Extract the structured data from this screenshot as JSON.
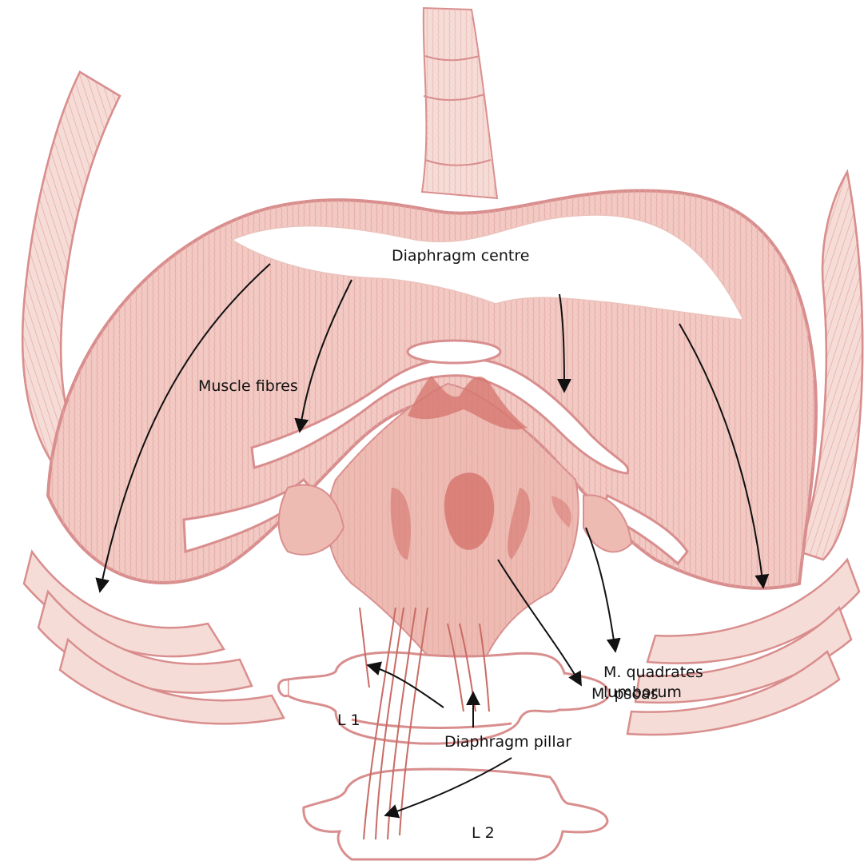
{
  "labels": {
    "diaphragm_centre": "Diaphragm centre",
    "muscle_fibres": "Muscle fibres",
    "quadrates_line1": "M. quadrates",
    "quadrates_line2": "lumborum",
    "psoas": "M. psoas",
    "l1": "L 1",
    "diaphragm_pillar": "Diaphragm pillar",
    "l2": "L 2"
  },
  "colors": {
    "stroke": "#d98e8e",
    "light_fill": "#f6dcd7",
    "mid_fill": "#eebbb3",
    "dark_fill": "#d4736c",
    "arrow": "#111111"
  }
}
